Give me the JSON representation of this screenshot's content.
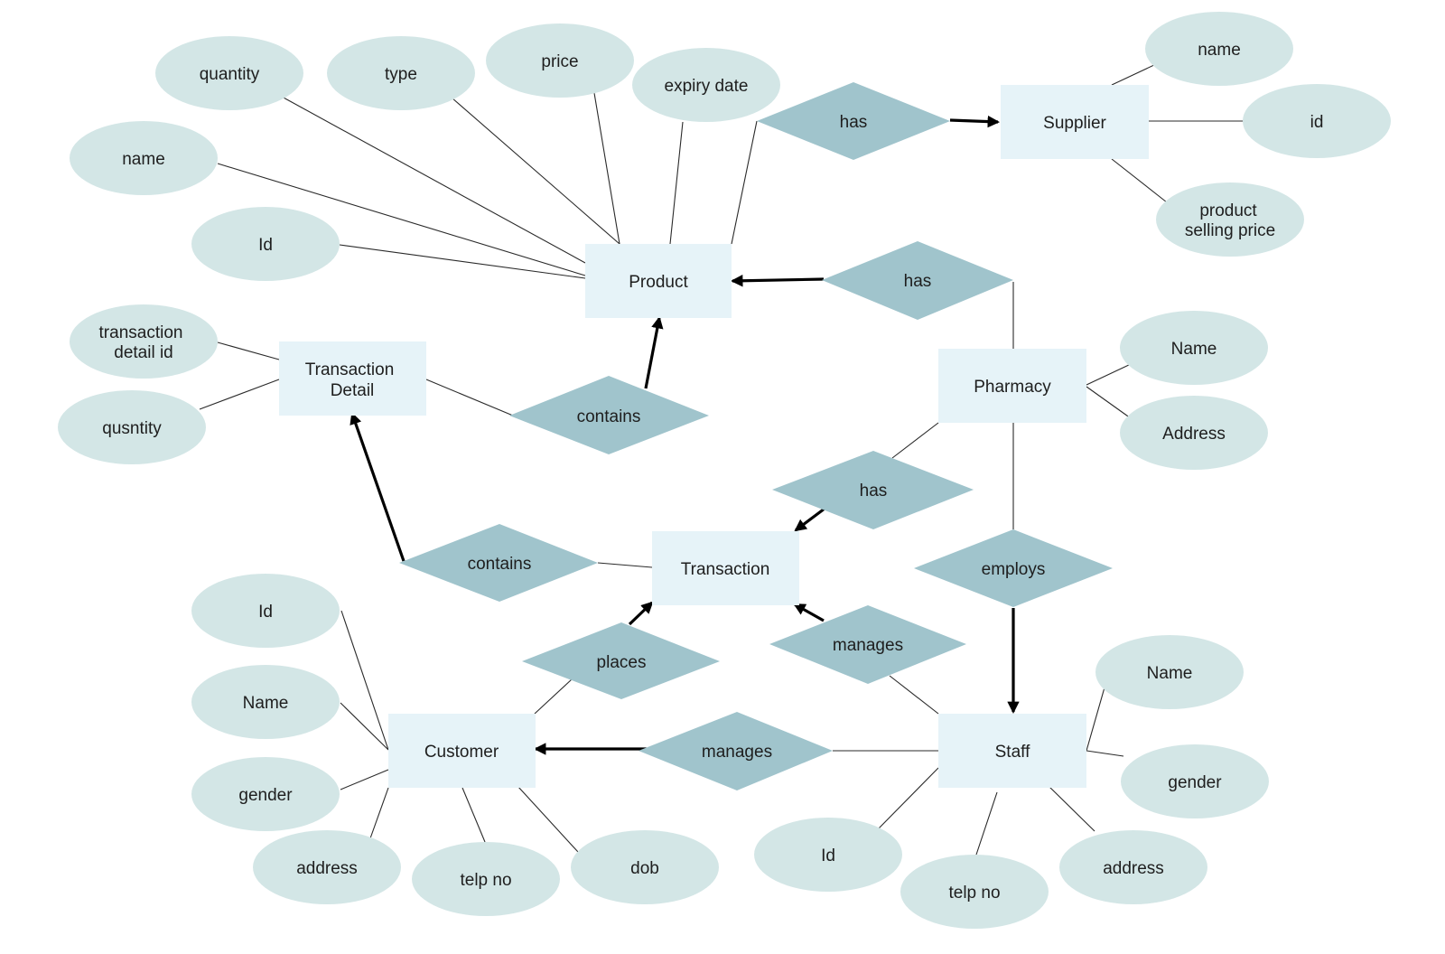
{
  "entities": {
    "product": "Product",
    "supplier": "Supplier",
    "transaction_detail": [
      "Transaction",
      "Detail"
    ],
    "pharmacy": "Pharmacy",
    "transaction": "Transaction",
    "customer": "Customer",
    "staff": "Staff"
  },
  "relationships": {
    "product_supplier": "has",
    "pharmacy_product": "has",
    "detail_product": "contains",
    "pharmacy_transaction": "has",
    "transaction_detail": "contains",
    "pharmacy_staff": "employs",
    "customer_transaction": "places",
    "staff_transaction": "manages",
    "staff_customer": "manages"
  },
  "attributes": {
    "product": {
      "quantity": "quantity",
      "type": "type",
      "price": "price",
      "expiry_date": "expiry date",
      "name": "name",
      "id": "Id"
    },
    "supplier": {
      "name": "name",
      "id": "id",
      "selling_price": [
        "product",
        "selling price"
      ]
    },
    "transaction_detail": {
      "detail_id": [
        "transaction",
        "detail id"
      ],
      "quantity": "qusntity"
    },
    "pharmacy": {
      "name": "Name",
      "address": "Address"
    },
    "customer": {
      "id": "Id",
      "name": "Name",
      "gender": "gender",
      "address": "address",
      "telp_no": "telp no",
      "dob": "dob"
    },
    "staff": {
      "name": "Name",
      "gender": "gender",
      "id": "Id",
      "telp_no": "telp no",
      "address": "address"
    }
  },
  "colors": {
    "entity_fill": "#e6f3f8",
    "attribute_fill": "#d3e6e6",
    "relationship_fill": "#a0c4cc",
    "line": "#2a2a2a",
    "arrow": "#000000"
  }
}
